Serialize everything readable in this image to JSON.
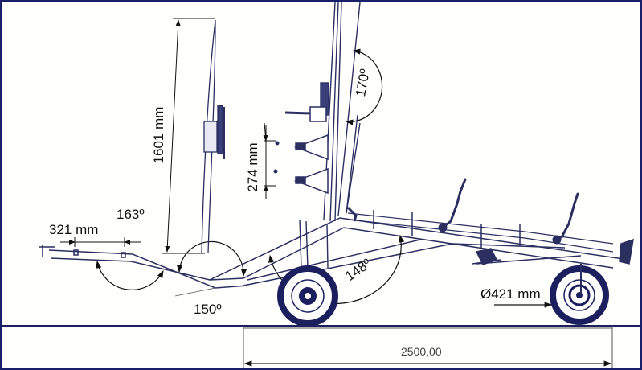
{
  "diagram": {
    "title": "",
    "colors": {
      "frame_border": "#1a1f6b",
      "line_dark": "#1b1f5e",
      "line_gray": "#444a6a",
      "dimension": "#111111"
    },
    "dimensions": {
      "drawbar_spacing": "321 mm",
      "drawbar_angle": "163º",
      "lower_bend_angle": "150º",
      "disc_height": "1601 mm",
      "clamp_spacing": "274 mm",
      "mast_angle": "170º",
      "frame_angle": "148º",
      "wheel_diameter": "Ø421 mm",
      "wheelbase": "2500,00"
    },
    "components": [
      "drawbar",
      "disc-mower-blade",
      "vertical-mast",
      "bracket-clamps",
      "main-frame-rails",
      "seat-handles",
      "front-wheel",
      "rear-wheel",
      "ground-line",
      "baseline-dimension"
    ]
  }
}
